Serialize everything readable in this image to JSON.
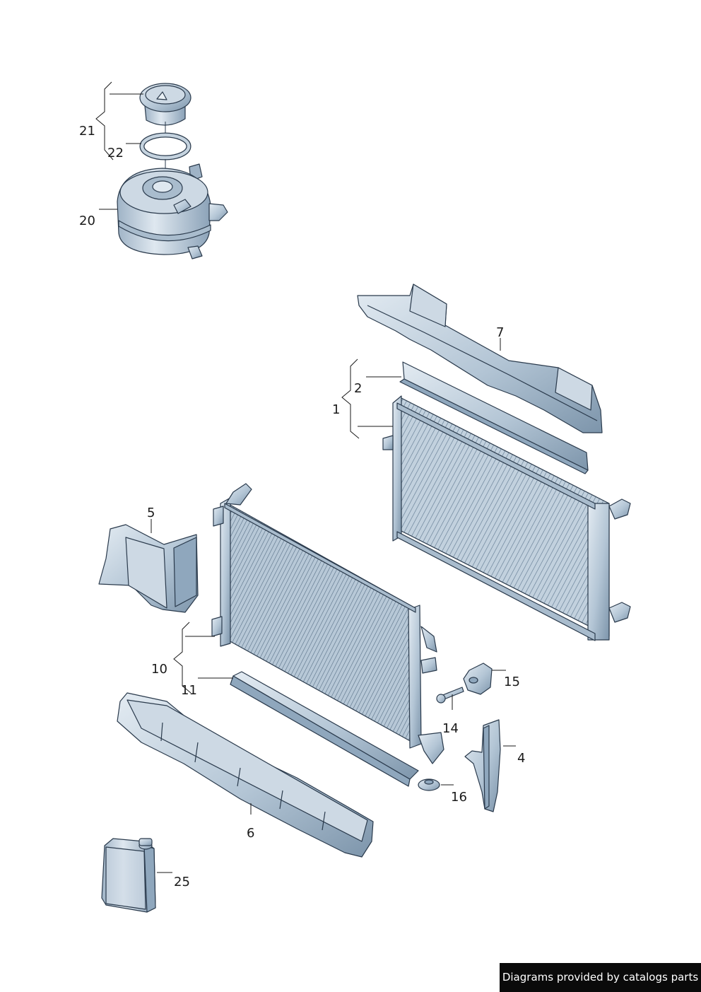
{
  "diagram": {
    "labels": {
      "l1": "1",
      "l2": "2",
      "l4": "4",
      "l5": "5",
      "l6": "6",
      "l7": "7",
      "l10": "10",
      "l11": "11",
      "l14": "14",
      "l15": "15",
      "l16": "16",
      "l20": "20",
      "l21": "21",
      "l22": "22",
      "l25": "25"
    },
    "colors": {
      "part_light": "#d7e1ea",
      "part_mid": "#a9bccd",
      "part_dark": "#6f889f",
      "outline": "#2a3a4c"
    }
  },
  "credit": {
    "text": "Diagrams provided by catalogs parts"
  }
}
